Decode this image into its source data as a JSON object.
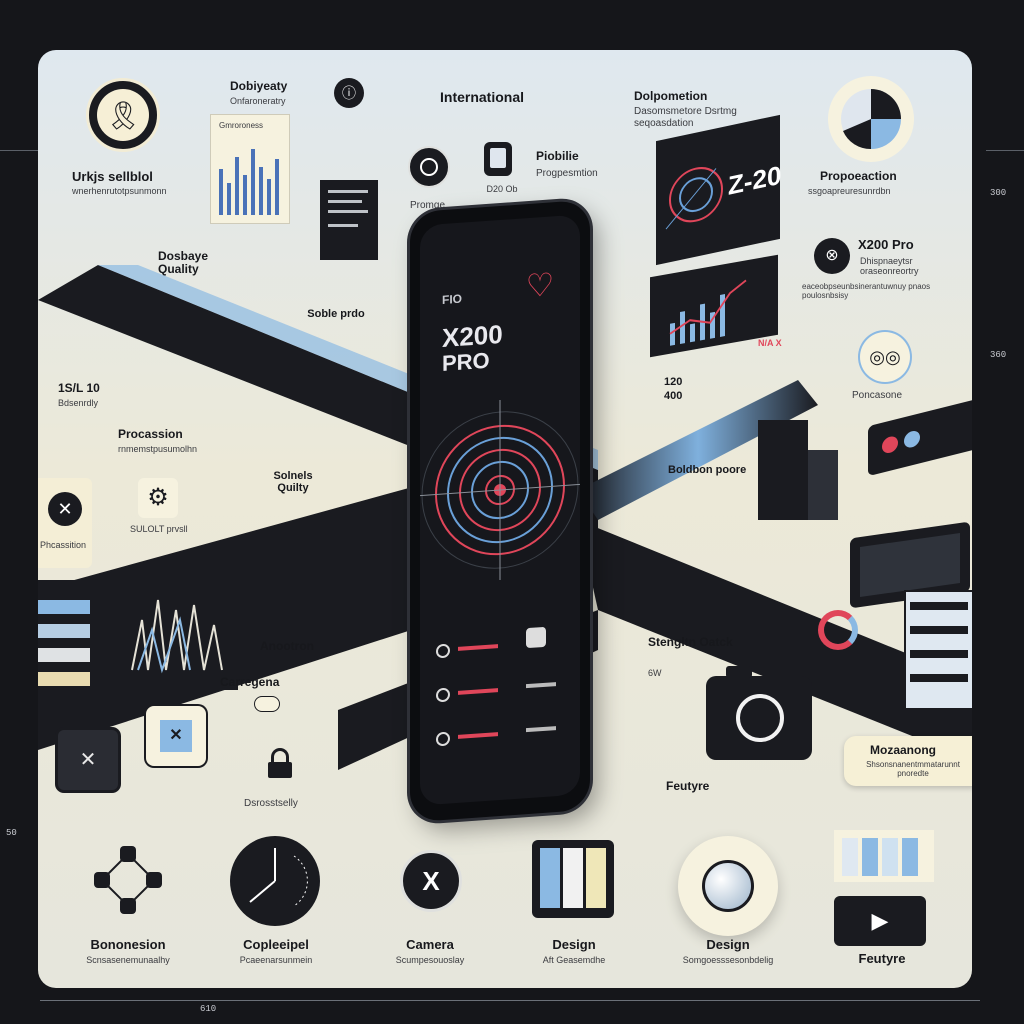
{
  "panel": {
    "header": "International"
  },
  "left_column": {
    "hero_title": " Urkjs sellblol",
    "hero_sub": "wnerhenrutotpsunmonn",
    "display_title": "Dosbaye Quality",
    "spec_title": "1S/L 10",
    "spec_sub": "Bdsenrdly",
    "promo_title": "Procassion",
    "promo_sub": "rnmemstpusumolhn",
    "tile_label": "Phcassition",
    "tile_icon": "x-mark-icon"
  },
  "top_left": {
    "title": "Dobiyeaty",
    "sub": "Onfaroneratry",
    "chart_label": "Gmroroness"
  },
  "top_center": {
    "icon1_label": "Promge",
    "phone_icon_title": "D20 Ob",
    "right_title": "Piobilie",
    "right_sub": "Progpesmtion"
  },
  "center_left": {
    "soble_title": "Soble prdo",
    "sound_title": "Solnels Quilty",
    "gear_label": "SULOLT prvsll",
    "anno_title": "Anootron",
    "cam_title": "Carregena",
    "lock_label": "Dsrosstselly"
  },
  "phone": {
    "brand": "FIO",
    "model_line1": "X200",
    "model_line2": "PRO"
  },
  "right_column": {
    "top_title": "Dolpometion",
    "top_sub": "Dasomsmetore Dsrtmg seqoasdation",
    "screen_number": "Z-20",
    "prop_title": "Propoeaction",
    "prop_sub": "ssgoapreuresunrdbn",
    "x200_title": "X200 Pro",
    "x200_sub": "Dhispnaeytsr oraseonreortry",
    "x200_desc": "eaceobpseunbsinerantuwnuy pnaos poulosnbsisy",
    "status": "N/A X",
    "counter_a": "120",
    "counter_b": "400",
    "poncasone": "Poncasone",
    "bold_title": "Boldbon poore",
    "stang_title": "Stengltn Oatck",
    "stang_sub": "6W",
    "feature_title": "Feutyre",
    "badge_title": "Mozaanong",
    "badge_sub": "Shsonsnanentmmatarunnt pnoredte"
  },
  "bottom_row": [
    {
      "title": "Bononesion",
      "sub": "Scnsasenemunaalhy",
      "icon": "network-icon"
    },
    {
      "title": "Copleeipel",
      "sub": "Pcaeenarsunmein",
      "icon": "clock-icon"
    },
    {
      "title": "Camera",
      "sub": "Scumpesouoslay",
      "icon": "x-button-icon"
    },
    {
      "title": "Design",
      "sub": "Aft Geasemdhe",
      "icon": "swatches-icon"
    },
    {
      "title": "Design",
      "sub": "Somgoesssesonbdelig",
      "icon": "lens-icon"
    },
    {
      "title": "Feutyre",
      "sub": "",
      "icon": "play-icon"
    }
  ],
  "side_labels": {
    "right_top": "300",
    "right_mid": "360",
    "left_bottom": "50",
    "bottom_axis": "610"
  },
  "colors": {
    "accent_red": "#e0465a",
    "accent_blue": "#8bb9e3",
    "dark": "#1a1b20"
  }
}
